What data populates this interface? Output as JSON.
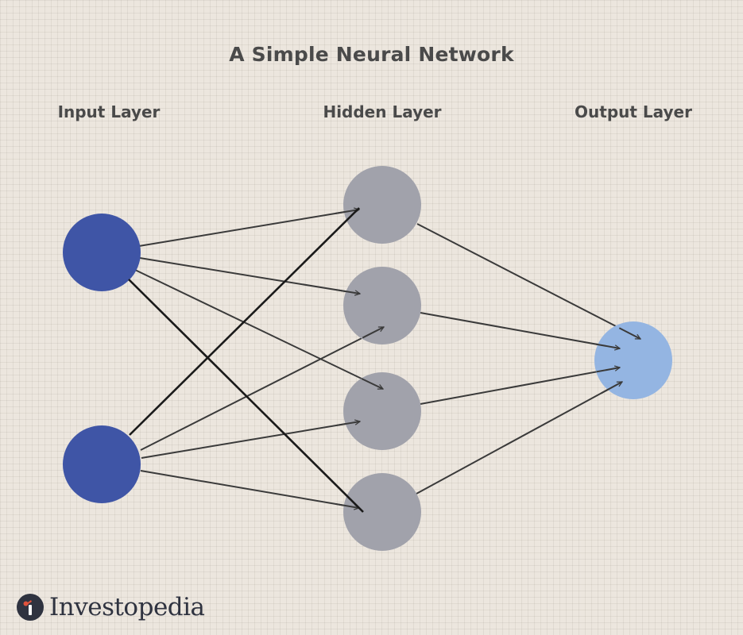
{
  "title": "A Simple Neural Network",
  "layers": {
    "input": {
      "label": "Input Layer",
      "node_count": 2
    },
    "hidden": {
      "label": "Hidden Layer",
      "node_count": 4
    },
    "output": {
      "label": "Output Layer",
      "node_count": 1
    }
  },
  "connections": [
    {
      "from": "input-1",
      "to": "hidden-1"
    },
    {
      "from": "input-1",
      "to": "hidden-2"
    },
    {
      "from": "input-1",
      "to": "hidden-3"
    },
    {
      "from": "input-1",
      "to": "hidden-4"
    },
    {
      "from": "input-2",
      "to": "hidden-1"
    },
    {
      "from": "input-2",
      "to": "hidden-2"
    },
    {
      "from": "input-2",
      "to": "hidden-3"
    },
    {
      "from": "input-2",
      "to": "hidden-4"
    },
    {
      "from": "hidden-1",
      "to": "output-1"
    },
    {
      "from": "hidden-2",
      "to": "output-1"
    },
    {
      "from": "hidden-3",
      "to": "output-1"
    },
    {
      "from": "hidden-4",
      "to": "output-1"
    }
  ],
  "colors": {
    "input_node": "#3f55a6",
    "hidden_node": "#a1a2ab",
    "output_node": "#94b5e2",
    "edge": "#3a3a3a",
    "background": "#ece6de"
  },
  "brand": {
    "name": "Investopedia",
    "icon": "investopedia-logo-icon"
  }
}
